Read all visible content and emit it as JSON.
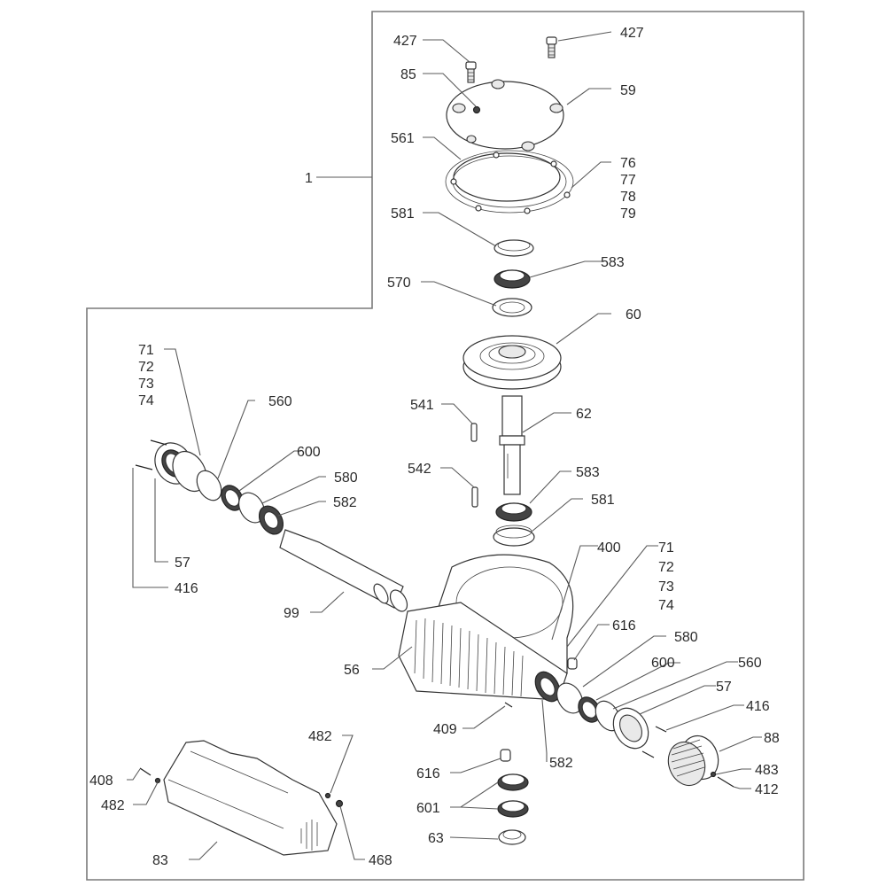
{
  "diagram": {
    "title": "Gearbox assembly exploded view",
    "assembly_label": "1",
    "callouts": [
      {
        "id": "c427a",
        "text": "427"
      },
      {
        "id": "c427b",
        "text": "427"
      },
      {
        "id": "c85",
        "text": "85"
      },
      {
        "id": "c59",
        "text": "59"
      },
      {
        "id": "c561",
        "text": "561"
      },
      {
        "id": "c76",
        "text": "76"
      },
      {
        "id": "c77",
        "text": "77"
      },
      {
        "id": "c78",
        "text": "78"
      },
      {
        "id": "c79",
        "text": "79"
      },
      {
        "id": "c581a",
        "text": "581"
      },
      {
        "id": "c583a",
        "text": "583"
      },
      {
        "id": "c570",
        "text": "570"
      },
      {
        "id": "c60",
        "text": "60"
      },
      {
        "id": "c541",
        "text": "541"
      },
      {
        "id": "c62",
        "text": "62"
      },
      {
        "id": "c542",
        "text": "542"
      },
      {
        "id": "c583b",
        "text": "583"
      },
      {
        "id": "c581b",
        "text": "581"
      },
      {
        "id": "c71a",
        "text": "71"
      },
      {
        "id": "c72a",
        "text": "72"
      },
      {
        "id": "c73a",
        "text": "73"
      },
      {
        "id": "c74a",
        "text": "74"
      },
      {
        "id": "c560a",
        "text": "560"
      },
      {
        "id": "c600a",
        "text": "600"
      },
      {
        "id": "c580a",
        "text": "580"
      },
      {
        "id": "c582a",
        "text": "582"
      },
      {
        "id": "c57a",
        "text": "57"
      },
      {
        "id": "c416a",
        "text": "416"
      },
      {
        "id": "c99",
        "text": "99"
      },
      {
        "id": "c400",
        "text": "400"
      },
      {
        "id": "c71b",
        "text": "71"
      },
      {
        "id": "c72b",
        "text": "72"
      },
      {
        "id": "c73b",
        "text": "73"
      },
      {
        "id": "c74b",
        "text": "74"
      },
      {
        "id": "c616a",
        "text": "616"
      },
      {
        "id": "c580b",
        "text": "580"
      },
      {
        "id": "c600b",
        "text": "600"
      },
      {
        "id": "c560b",
        "text": "560"
      },
      {
        "id": "c57b",
        "text": "57"
      },
      {
        "id": "c416b",
        "text": "416"
      },
      {
        "id": "c56",
        "text": "56"
      },
      {
        "id": "c409",
        "text": "409"
      },
      {
        "id": "c88",
        "text": "88"
      },
      {
        "id": "c483",
        "text": "483"
      },
      {
        "id": "c412",
        "text": "412"
      },
      {
        "id": "c582b",
        "text": "582"
      },
      {
        "id": "c616b",
        "text": "616"
      },
      {
        "id": "c601",
        "text": "601"
      },
      {
        "id": "c63",
        "text": "63"
      },
      {
        "id": "c482a",
        "text": "482"
      },
      {
        "id": "c408",
        "text": "408"
      },
      {
        "id": "c482b",
        "text": "482"
      },
      {
        "id": "c83",
        "text": "83"
      },
      {
        "id": "c468",
        "text": "468"
      }
    ]
  }
}
